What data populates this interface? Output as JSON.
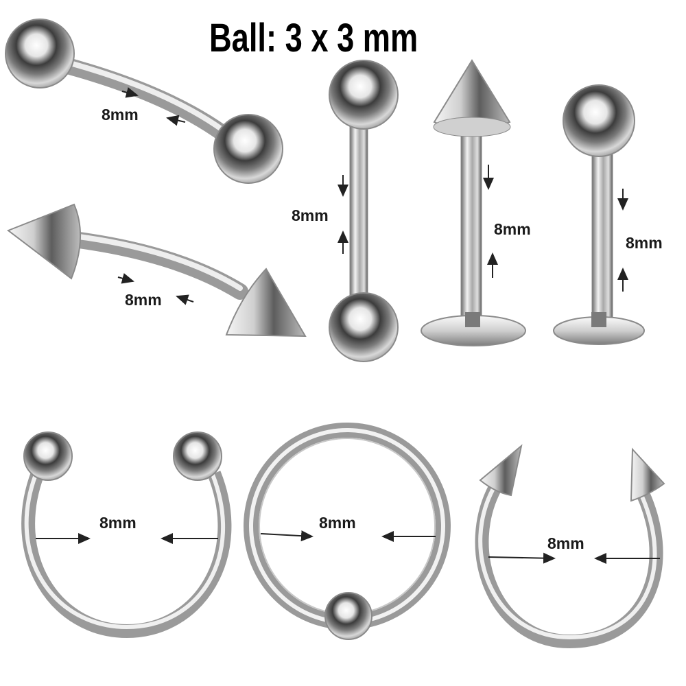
{
  "title": "Ball: 3 x 3 mm",
  "labels": {
    "curved_ball": "8mm",
    "curved_spike": "8mm",
    "straight_barbell": "8mm",
    "labret_spike": "8mm",
    "labret_ball": "8mm",
    "horseshoe_ball": "8mm",
    "captive_ring": "8mm",
    "horseshoe_spike": "8mm"
  },
  "colors": {
    "background": "#ffffff",
    "metal_light": "#f4f4f4",
    "metal_mid": "#b9b9b9",
    "metal_dark": "#4a4a4a",
    "text": "#000000"
  }
}
